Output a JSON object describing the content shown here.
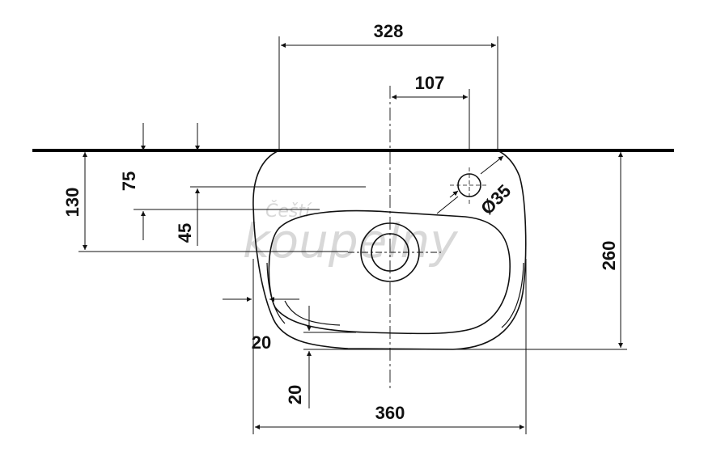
{
  "drawing": {
    "title": "",
    "dimensions": {
      "top_width": "328",
      "tap_offset": "107",
      "tap_hole_diameter": "Ø35",
      "depth": "130",
      "d75": "75",
      "d45": "45",
      "height": "260",
      "rim_side": "20",
      "rim_bottom": "20",
      "total_width": "360"
    },
    "watermark": {
      "line1": "Čeští",
      "line2": "koupelny"
    },
    "colors": {
      "line": "#111111",
      "wall": "#000000",
      "watermark": "#d8d8d8"
    }
  }
}
